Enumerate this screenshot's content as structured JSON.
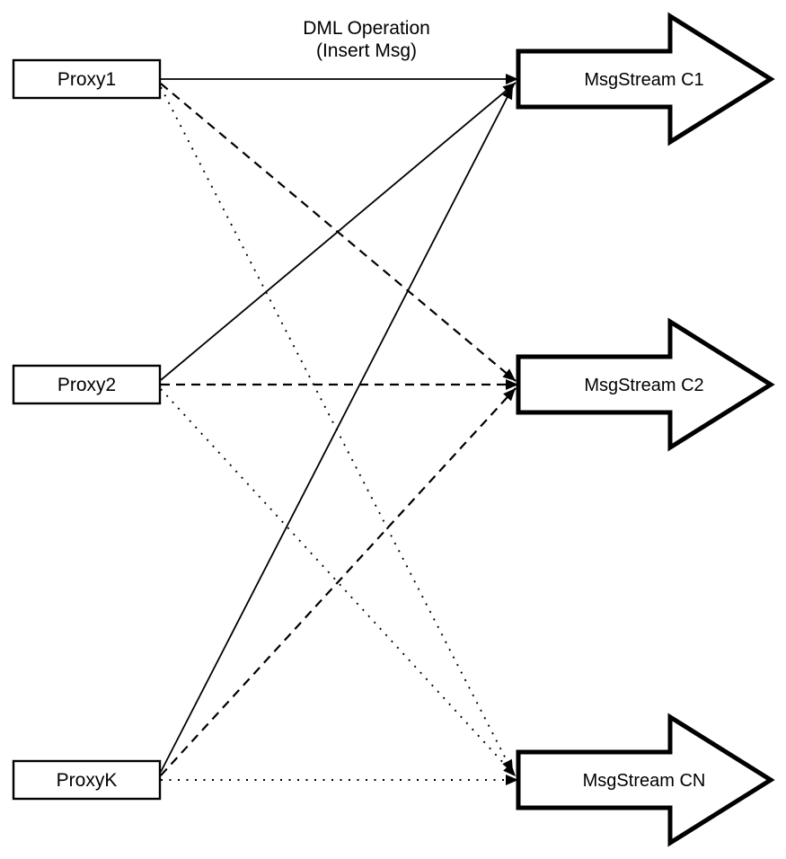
{
  "title": {
    "line1": "DML Operation",
    "line2": "(Insert Msg)"
  },
  "colors": {
    "stroke": "#000000",
    "background": "#ffffff"
  },
  "proxies": [
    {
      "id": "proxy1",
      "label": "Proxy1"
    },
    {
      "id": "proxy2",
      "label": "Proxy2"
    },
    {
      "id": "proxyk",
      "label": "ProxyK"
    }
  ],
  "streams": [
    {
      "id": "c1",
      "label": "MsgStream C1"
    },
    {
      "id": "c2",
      "label": "MsgStream C2"
    },
    {
      "id": "cn",
      "label": "MsgStream CN"
    }
  ],
  "edges": [
    {
      "from": "proxy1",
      "to": "c1",
      "style": "solid"
    },
    {
      "from": "proxy1",
      "to": "c2",
      "style": "dashed"
    },
    {
      "from": "proxy1",
      "to": "cn",
      "style": "dotted"
    },
    {
      "from": "proxy2",
      "to": "c1",
      "style": "solid"
    },
    {
      "from": "proxy2",
      "to": "c2",
      "style": "dashed"
    },
    {
      "from": "proxy2",
      "to": "cn",
      "style": "dotted"
    },
    {
      "from": "proxyk",
      "to": "c1",
      "style": "solid"
    },
    {
      "from": "proxyk",
      "to": "c2",
      "style": "dashed"
    },
    {
      "from": "proxyk",
      "to": "cn",
      "style": "dotted"
    }
  ]
}
